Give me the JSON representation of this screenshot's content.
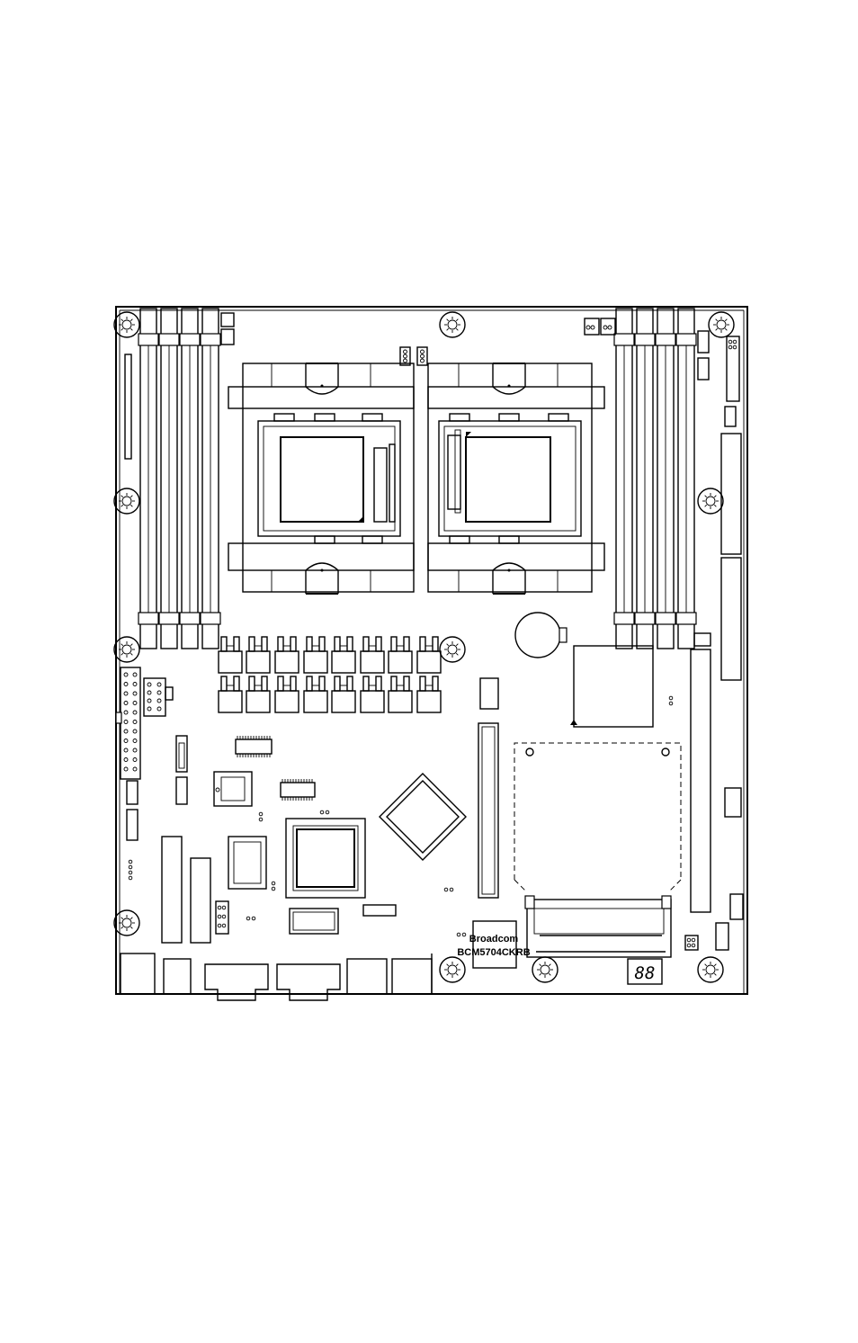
{
  "labels": {
    "chip_vendor": "Broadcom",
    "chip_part": "BCM5704CKRB",
    "post_code_display": "88"
  },
  "colors": {
    "line": "#000000",
    "background": "#ffffff"
  }
}
